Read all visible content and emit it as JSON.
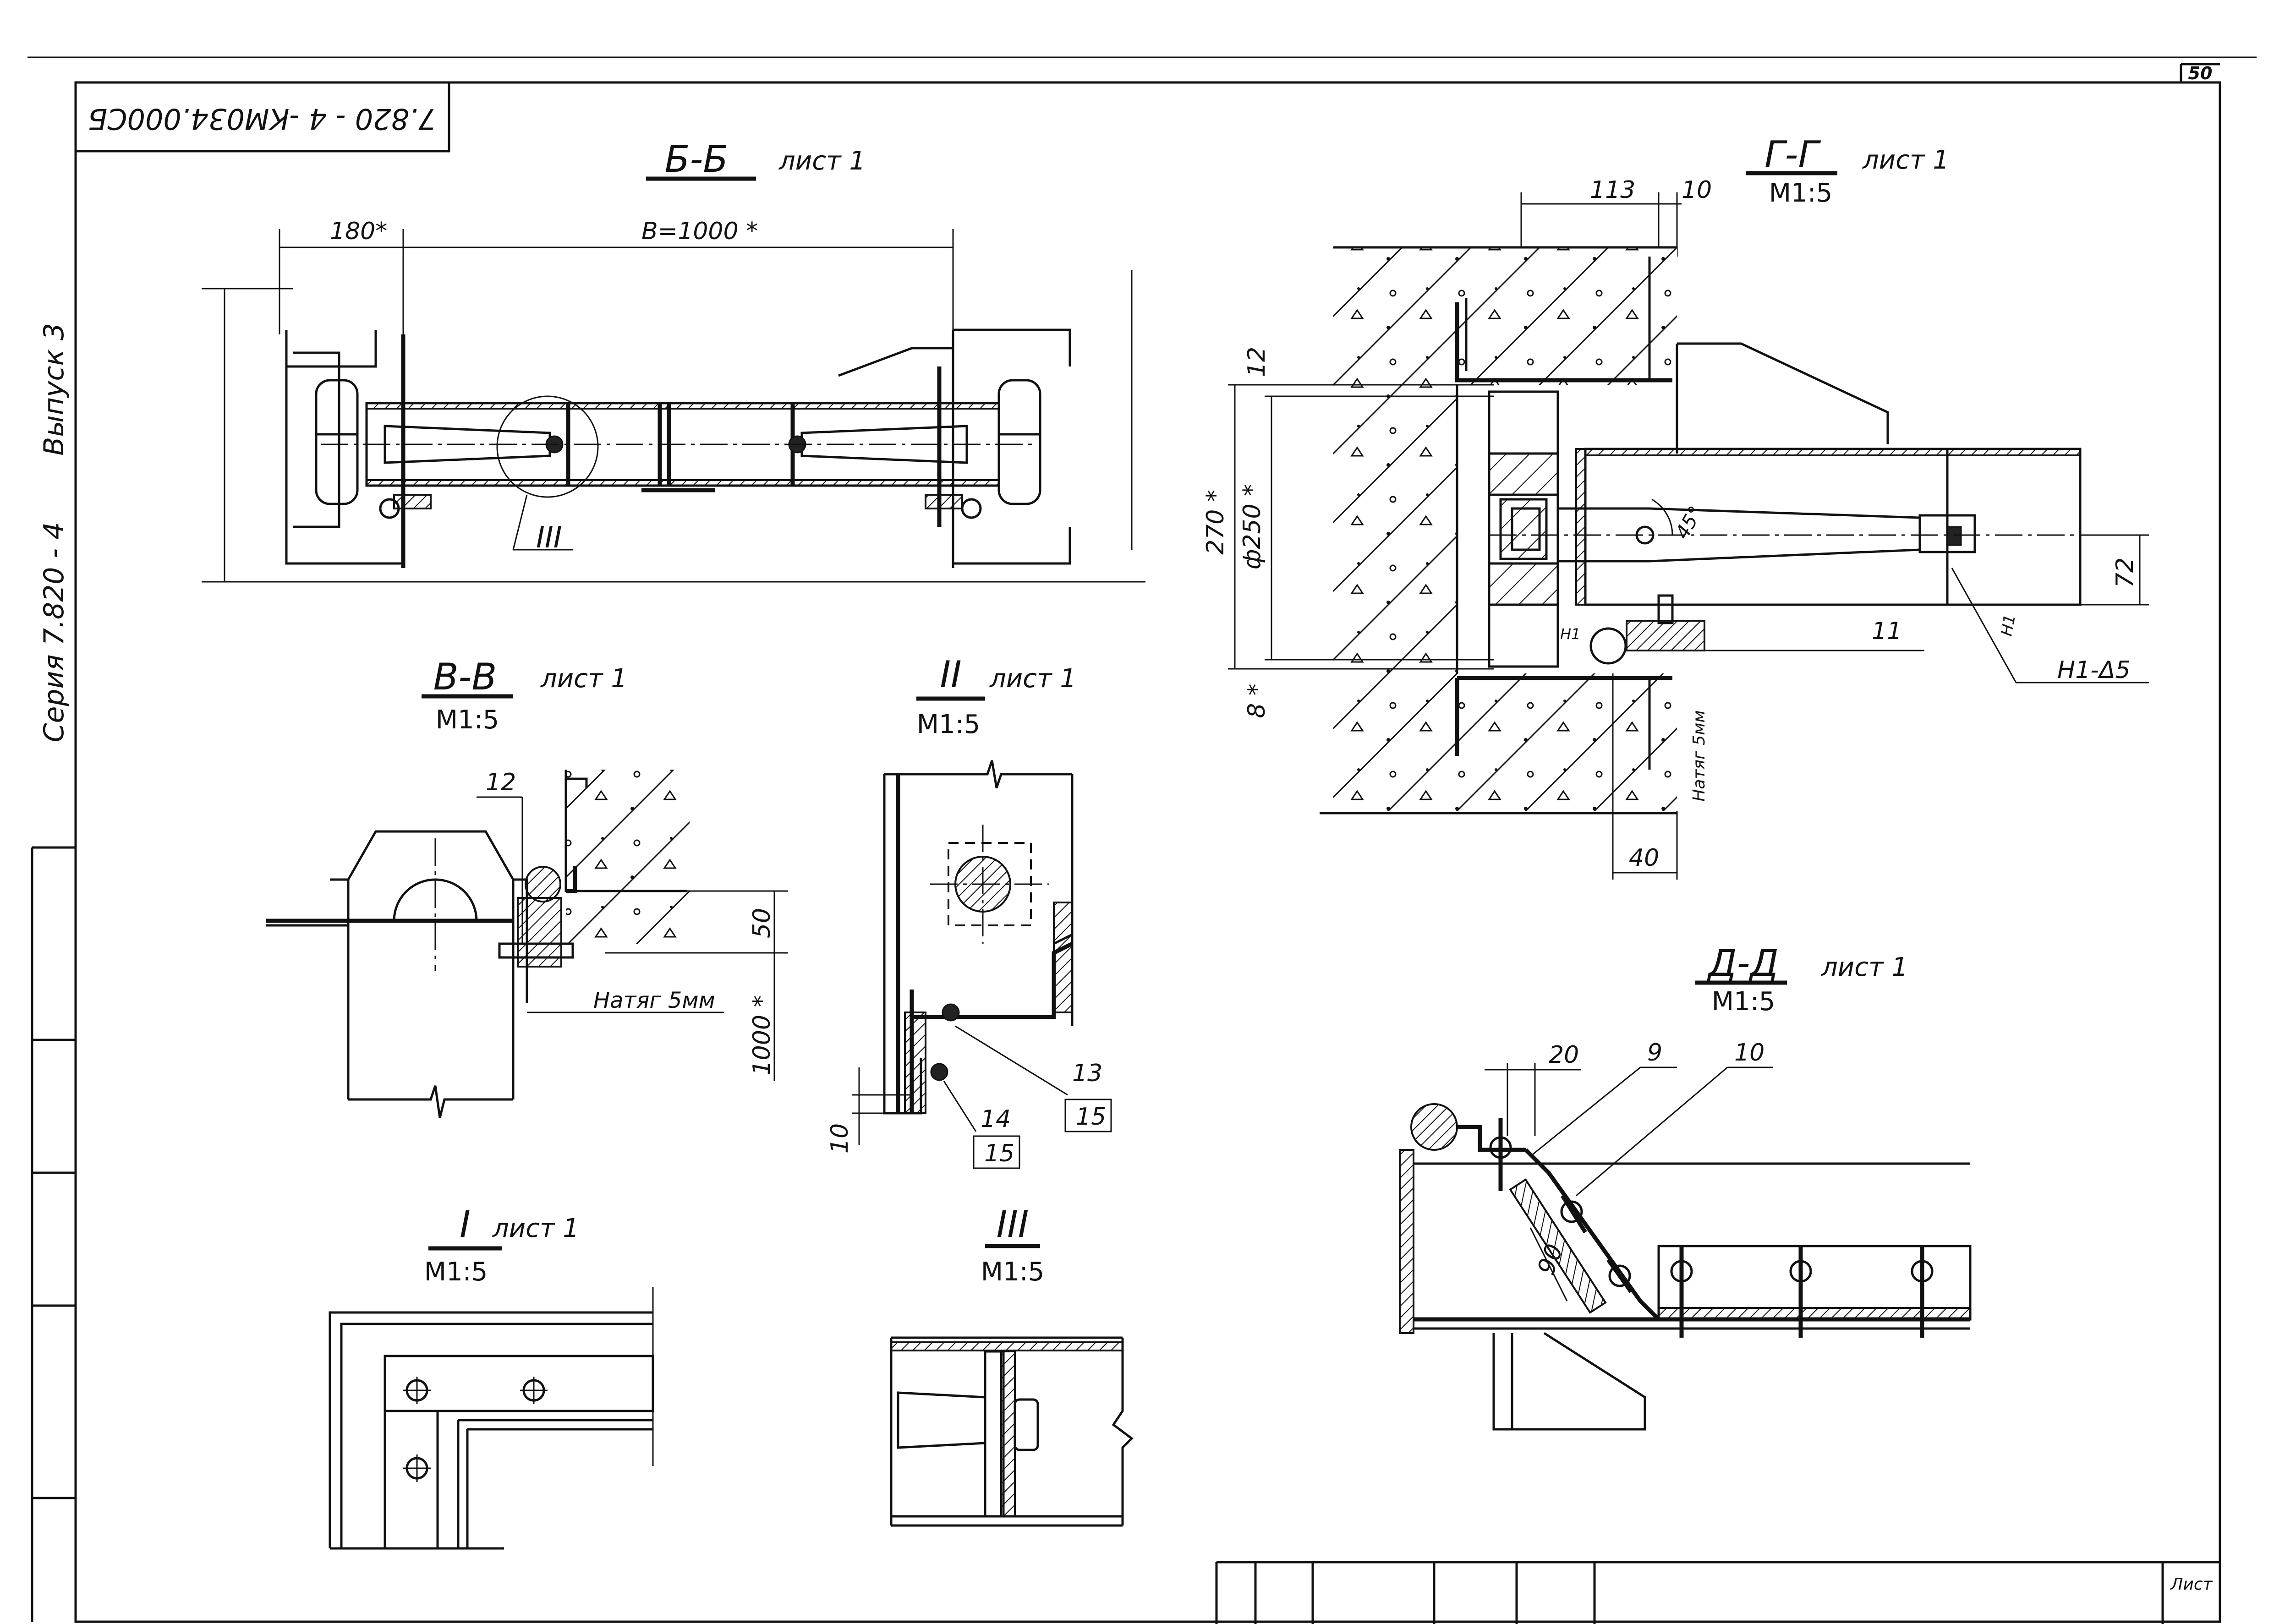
{
  "sheet": {
    "sheet_number": "50",
    "document_code": "7.820 - 4 -КМ034.000СБ",
    "side_series": "Серия 7.820 - 4",
    "side_issue": "Выпуск 3",
    "corner_label": "Лист"
  },
  "views": {
    "bb": {
      "title": "Б-Б",
      "ref": "лист 1",
      "dims": [
        "180*",
        "В=1000 *"
      ],
      "callout": "III"
    },
    "gg": {
      "title": "Г-Г",
      "ref": "лист 1",
      "scale": "М1:5",
      "dims": [
        "113",
        "10",
        "12",
        "270 *",
        "ф250 *",
        "8 *",
        "72",
        "40",
        "45°"
      ],
      "labels": [
        "Н1",
        "Н1",
        "11",
        "Н1-Δ5",
        "Натяг 5мм"
      ]
    },
    "vv": {
      "title": "В-В",
      "ref": "лист 1",
      "scale": "М1:5",
      "dims": [
        "50",
        "1000 *"
      ],
      "labels": [
        "12",
        "Натяг 5мм"
      ]
    },
    "ii": {
      "title": "II",
      "ref": "лист 1",
      "scale": "М1:5",
      "dims": [
        "10"
      ],
      "labels": [
        "13",
        "15",
        "14",
        "15"
      ]
    },
    "dd": {
      "title": "Д-Д",
      "ref": "лист 1",
      "scale": "М1:5",
      "dims": [
        "20",
        "90"
      ],
      "labels": [
        "9",
        "10"
      ]
    },
    "i": {
      "title": "I",
      "ref": "лист 1",
      "scale": "М1:5"
    },
    "iii": {
      "title": "III",
      "scale": "М1:5"
    }
  }
}
